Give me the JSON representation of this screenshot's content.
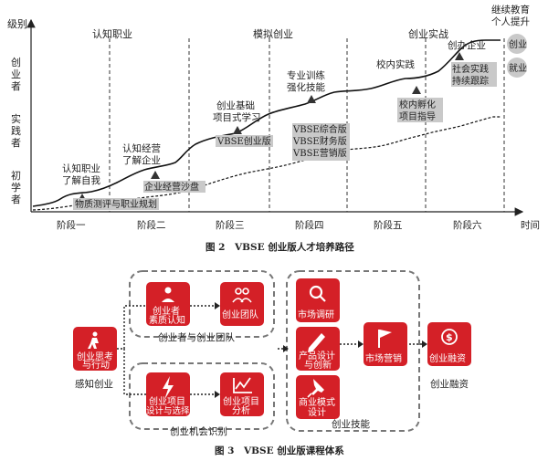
{
  "fig2": {
    "caption": "图 2　VBSE 创业版人才培养路径",
    "y_axis": {
      "top": "级别",
      "level_top": [
        "创",
        "业",
        "者"
      ],
      "level_mid": [
        "实",
        "践",
        "者"
      ],
      "level_bottom": [
        "初",
        "学",
        "者"
      ]
    },
    "x_axis": {
      "end_label": "时间",
      "stages": [
        "阶段一",
        "阶段二",
        "阶段三",
        "阶段四",
        "阶段五",
        "阶段六"
      ]
    },
    "sections": [
      "认知职业",
      "模拟创业",
      "创业实战"
    ],
    "top_right": {
      "line1": "继续教育",
      "line2": "个人提升",
      "circle1": "创业",
      "circle2": "就业"
    },
    "milestones": {
      "m1": [
        "认知职业",
        "了解自我"
      ],
      "m2": [
        "认知经营",
        "了解企业"
      ],
      "m3": [
        "创业基础",
        "项目式学习"
      ],
      "m4": [
        "专业训练",
        "强化技能"
      ],
      "m5": "校内实践",
      "m6": "创办企业"
    },
    "boxes": {
      "b1": "物质测评与职业规划",
      "b2": "企业经营沙盘",
      "b3": "VBSE创业版",
      "b4": [
        "VBSE综合版",
        "VBSE财务版",
        "VBSE营销版"
      ],
      "b5": [
        "校内孵化",
        "项目指导"
      ],
      "b6": [
        "社会实践",
        "持续跟踪"
      ]
    }
  },
  "fig3": {
    "caption": "图 3　VBSE 创业版课程体系",
    "nodes": {
      "start": [
        "创业思考",
        "与行动"
      ],
      "quality": [
        "创业者",
        "素质认知"
      ],
      "team": "创业团队",
      "project": [
        "创业项目",
        "设计与选择"
      ],
      "analysis": [
        "创业项目",
        "分析"
      ],
      "research": "市场调研",
      "design": [
        "产品设计",
        "与创新"
      ],
      "business": [
        "商业模式",
        "设计"
      ],
      "marketing": "市场营销",
      "finance": "创业融资"
    },
    "group_labels": {
      "sense": "感知创业",
      "team_group": "创业者与创业团队",
      "opportunity": "创业机会识别",
      "skills": "创业技能",
      "finance_label": "创业融资"
    }
  }
}
